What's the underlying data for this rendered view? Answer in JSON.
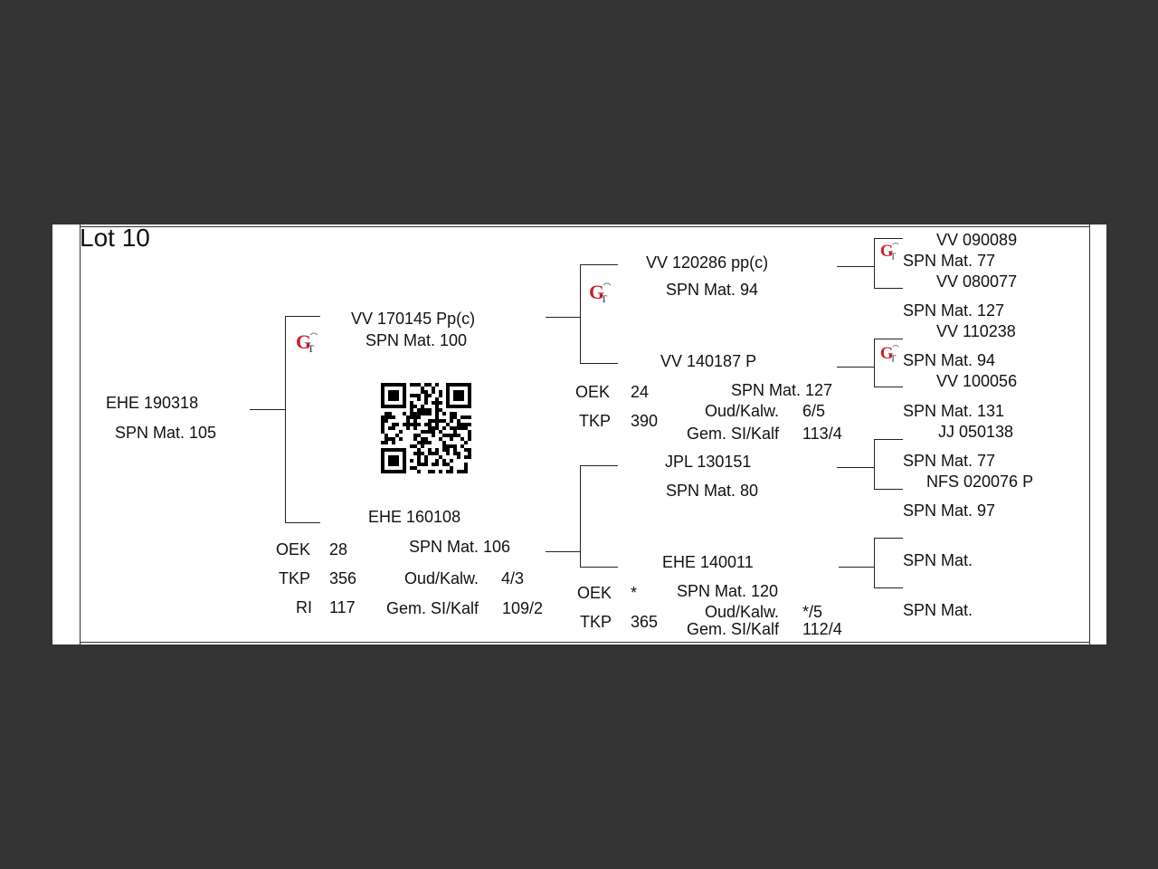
{
  "lot": {
    "title": "Lot 10"
  },
  "animal": {
    "id": "EHE 190318",
    "spn": "SPN Mat. 105"
  },
  "sire": {
    "id": "VV  170145   Pp(c)",
    "spn": "SPN Mat. 100"
  },
  "dam": {
    "id": "EHE 160108",
    "spn": "SPN Mat. 106",
    "oek_label": "OEK",
    "oek": "28",
    "tkp_label": "TKP",
    "tkp": "356",
    "ri_label": "RI",
    "ri": "117",
    "oudkalw_label": "Oud/Kalw.",
    "oudkalw": "4/3",
    "gemsi_label": "Gem. SI/Kalf",
    "gemsi": "109/2"
  },
  "sire_sire": {
    "id": "VV  120286   pp(c)",
    "spn": "SPN Mat. 94"
  },
  "sire_dam": {
    "id": "VV  140187   P",
    "spn": "SPN Mat. 127",
    "oek_label": "OEK",
    "oek": "24",
    "tkp_label": "TKP",
    "tkp": "390",
    "oudkalw_label": "Oud/Kalw.",
    "oudkalw": "6/5",
    "gemsi_label": "Gem. SI/Kalf",
    "gemsi": "113/4"
  },
  "dam_sire": {
    "id": "JPL 130151",
    "spn": "SPN Mat. 80"
  },
  "dam_dam": {
    "id": "EHE 140011",
    "spn": "SPN Mat. 120",
    "oek_label": "OEK",
    "oek": "*",
    "tkp_label": "TKP",
    "tkp": "365",
    "oudkalw_label": "Oud/Kalw.",
    "oudkalw": "*/5",
    "gemsi_label": "Gem. SI/Kalf",
    "gemsi": "112/4"
  },
  "gen3": {
    "ss_s": {
      "id": "VV  090089",
      "spn": "SPN Mat. 77"
    },
    "ss_d": {
      "id": "VV  080077",
      "spn": "SPN Mat. 127"
    },
    "sd_s": {
      "id": "VV  110238",
      "spn": "SPN Mat. 94"
    },
    "sd_d": {
      "id": "VV  100056",
      "spn": "SPN Mat. 131"
    },
    "ds_s": {
      "id": "JJ  050138",
      "spn": "SPN Mat. 77"
    },
    "ds_d": {
      "id": "NFS 020076   P",
      "spn": "SPN Mat. 97"
    },
    "dd_s": {
      "spn": "SPN Mat."
    },
    "dd_d": {
      "spn": "SPN Mat."
    }
  },
  "colors": {
    "logo_red": "#c8202a",
    "logo_dark": "#333333"
  },
  "icons": {
    "breeder_logo": "gt-logo-icon",
    "qr": "qr-code-icon"
  }
}
